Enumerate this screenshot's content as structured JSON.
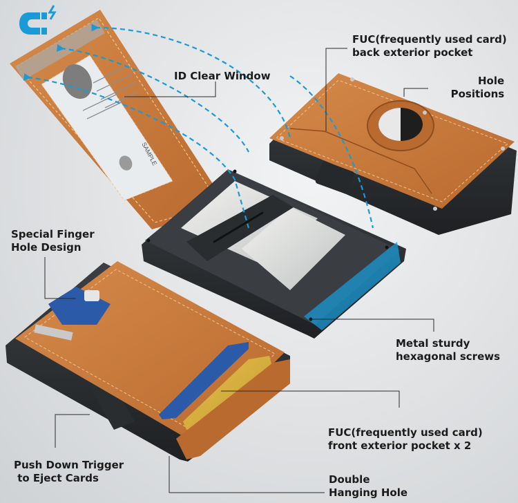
{
  "brand": {
    "icon": "magnet-icon",
    "color": "#1a9ad6"
  },
  "colors": {
    "leather": "#c9773a",
    "leather_dark": "#a85d27",
    "metal": "#2e3134",
    "arrow": "#1a9ad6",
    "text": "#1b1b1b"
  },
  "callouts": {
    "id_window": {
      "lines": [
        "ID Clear Window"
      ]
    },
    "back_pocket": {
      "lines": [
        "FUC(frequently used card)",
        "back exterior pocket"
      ]
    },
    "hole_positions": {
      "lines": [
        "Hole",
        "Positions"
      ]
    },
    "finger_hole": {
      "lines": [
        "Special Finger",
        "Hole Design"
      ]
    },
    "screws": {
      "lines": [
        "Metal sturdy",
        "hexagonal screws"
      ]
    },
    "front_pocket": {
      "lines": [
        "FUC(frequently used card)",
        "front exterior pocket x 2"
      ]
    },
    "push_trigger": {
      "lines": [
        "Push Down Trigger",
        " to Eject Cards"
      ]
    },
    "hanging_hole": {
      "lines": [
        "Double",
        "Hanging Hole"
      ]
    }
  },
  "id_card": {
    "sample_text": "SAMPLE"
  }
}
